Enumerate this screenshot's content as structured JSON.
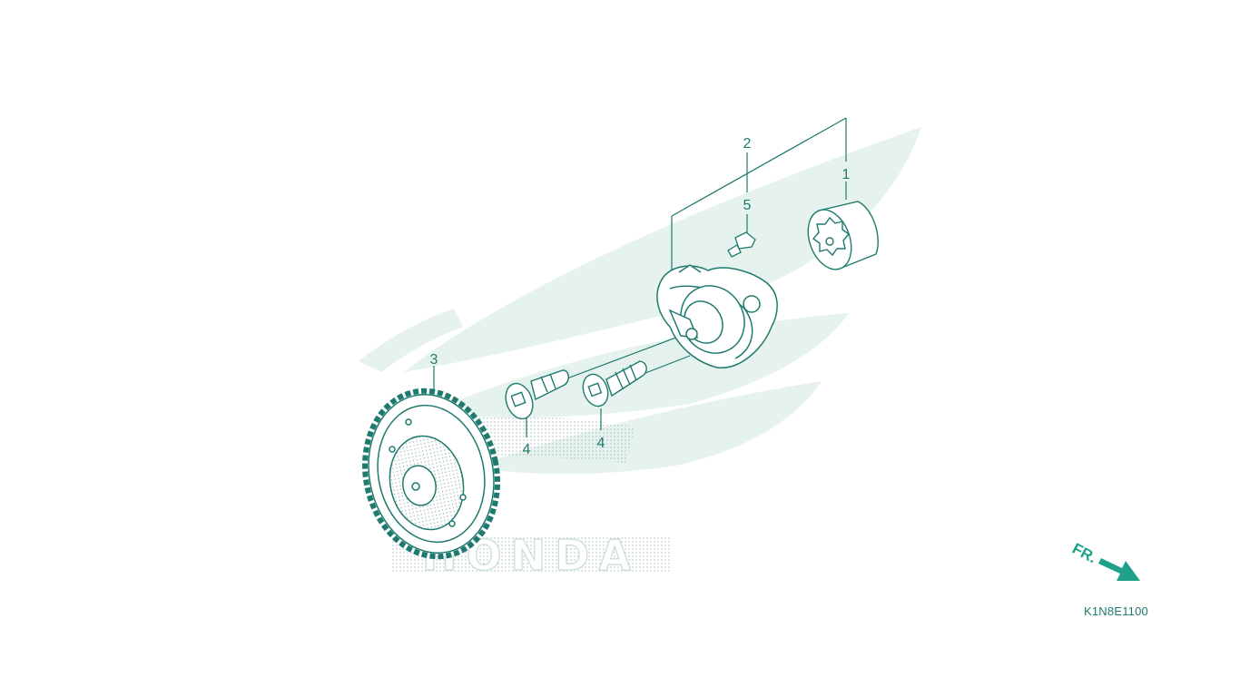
{
  "diagram": {
    "callouts": {
      "part_1": "1",
      "part_2": "2",
      "part_3": "3",
      "part_4a": "4",
      "part_4b": "4",
      "part_5": "5"
    },
    "direction_label": "FR.",
    "diagram_code": "K1N8E1100",
    "watermark_text": "HONDA"
  },
  "colors": {
    "line": "#1e7a6e",
    "watermark": "#e6f2ee",
    "dots": "#9ab3ae",
    "arrow": "#1ea08a"
  },
  "icons": {
    "watermark": "honda-wing-logo",
    "direction": "front-arrow-icon"
  }
}
